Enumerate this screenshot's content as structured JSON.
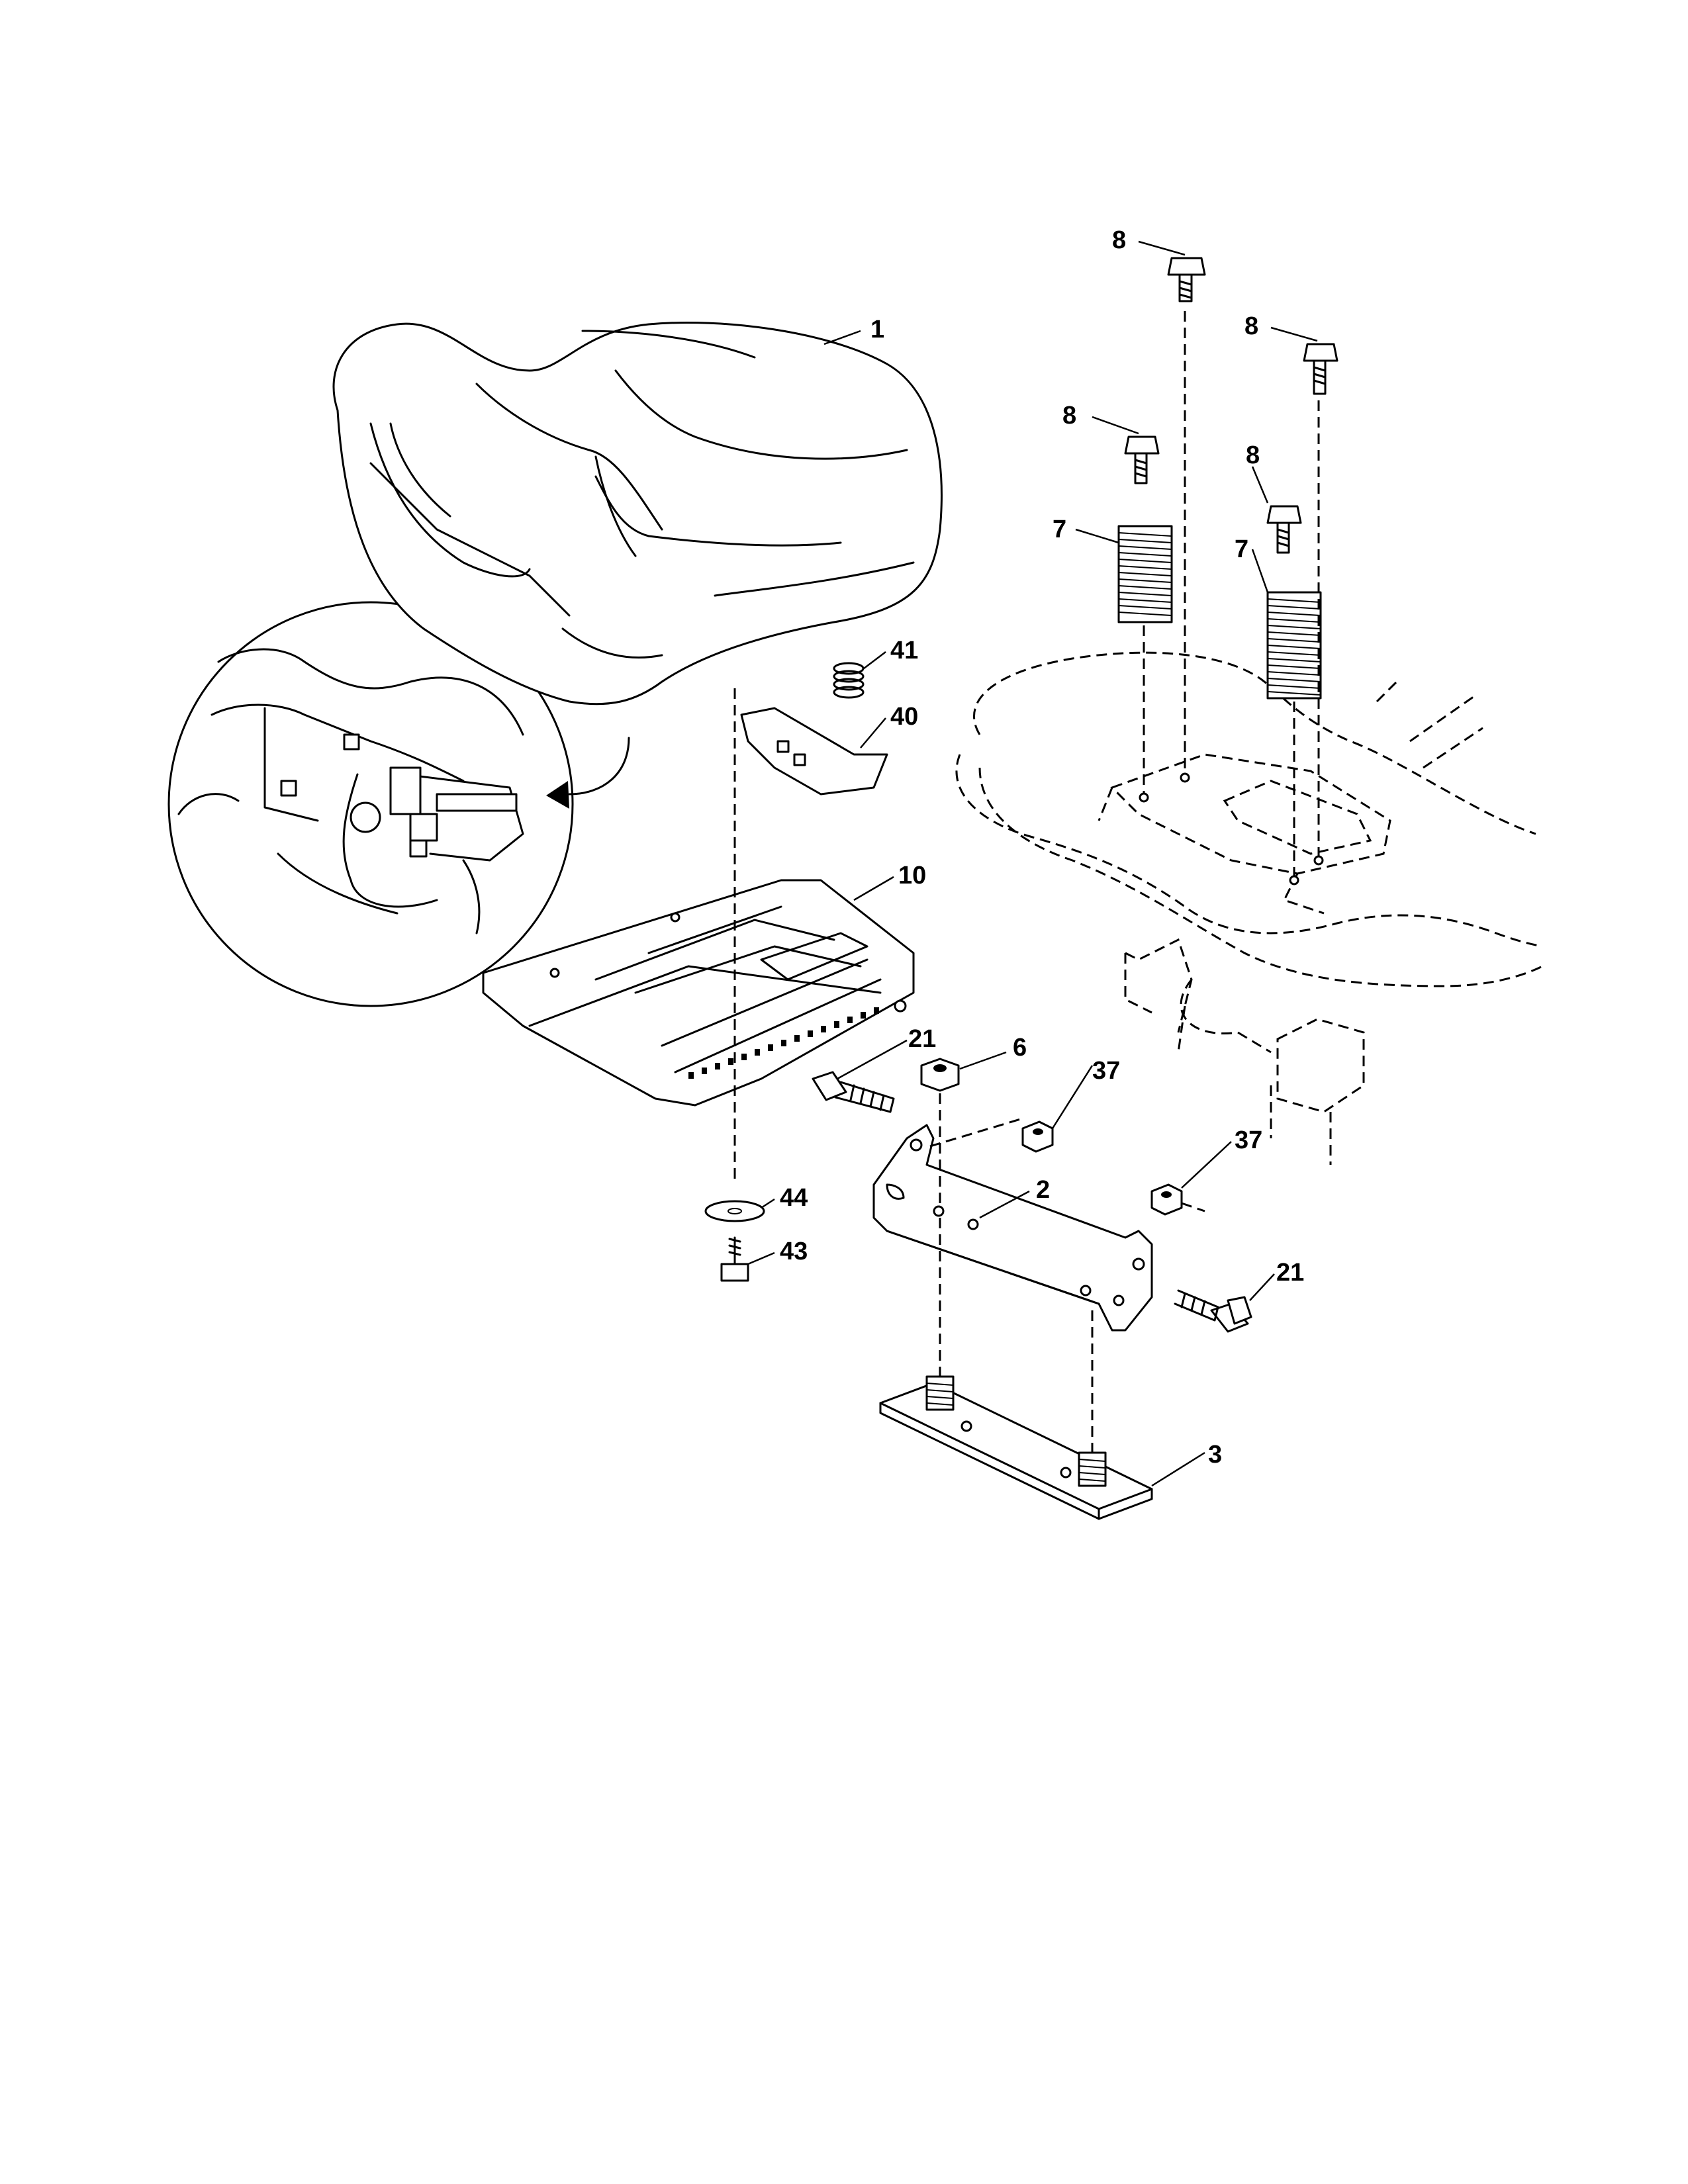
{
  "callouts": {
    "c1": "1",
    "c2": "2",
    "c3": "3",
    "c6": "6",
    "c7a": "7",
    "c7b": "7",
    "c8a": "8",
    "c8b": "8",
    "c8c": "8",
    "c8d": "8",
    "c10": "10",
    "c21a": "21",
    "c21b": "21",
    "c37a": "37",
    "c37b": "37",
    "c40": "40",
    "c41": "41",
    "c43": "43",
    "c44": "44"
  }
}
